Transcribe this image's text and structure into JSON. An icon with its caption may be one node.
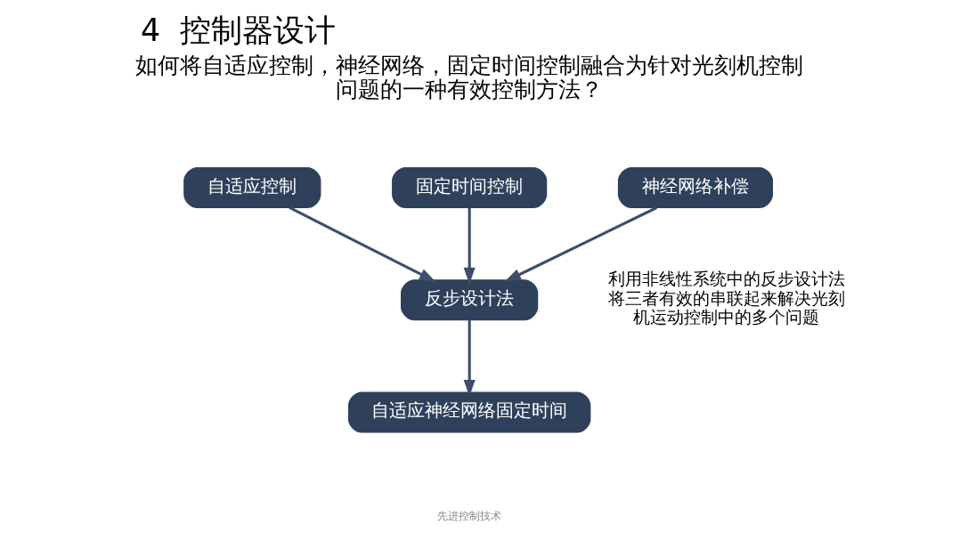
{
  "diagram": {
    "title": "4  控制器设计",
    "nodes": [
      {
        "text": [
          "自适应控制"
        ]
      },
      {
        "text": [
          "固定时间控制"
        ]
      },
      {
        "text": [
          "神经网络补偿"
        ]
      },
      {
        "text": [
          "反步设计法"
        ]
      },
      {
        "text": [
          "自适应神经网络固定时间"
        ]
      }
    ],
    "edges": [
      {
        "from": 0,
        "to": 3,
        "arrow": "to"
      },
      {
        "from": 1,
        "to": 3,
        "arrow": "to"
      },
      {
        "from": 2,
        "to": 3,
        "arrow": "to"
      },
      {
        "from": 3,
        "to": 4,
        "arrow": "to"
      }
    ],
    "labels": [
      "如何将自适应控制，神经网络，固定时间控制融合为针对光刻机控制问题的一种有效控制方法？",
      "利用非线性系统中的反步设计法将三者有效的串联起来解决光刻机运动控制中的多个问题",
      "先进控制技术"
    ]
  }
}
